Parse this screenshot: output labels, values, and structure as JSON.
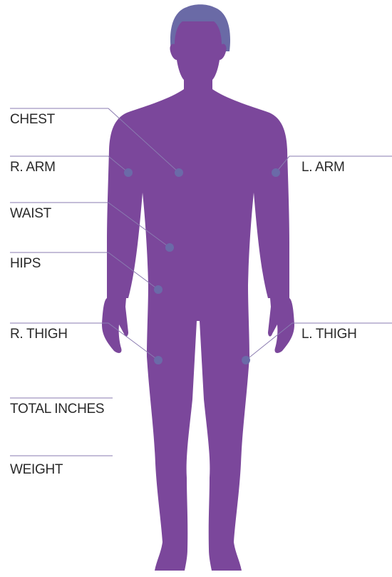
{
  "colors": {
    "body": "#7b479b",
    "hair": "#6a6aa6",
    "marker": "#6b6aa8",
    "leader_line": "#8a7bb0",
    "label_text": "#2a2a2a",
    "background": "#ffffff"
  },
  "labels": {
    "chest": "CHEST",
    "r_arm": "R. ARM",
    "l_arm": "L. ARM",
    "waist": "WAIST",
    "hips": "HIPS",
    "r_thigh": "R. THIGH",
    "l_thigh": "L. THIGH",
    "total_inches": "TOTAL INCHES",
    "weight": "WEIGHT"
  },
  "icons": {
    "figure": "human-body-front-silhouette",
    "marker": "measurement-point-dot"
  }
}
